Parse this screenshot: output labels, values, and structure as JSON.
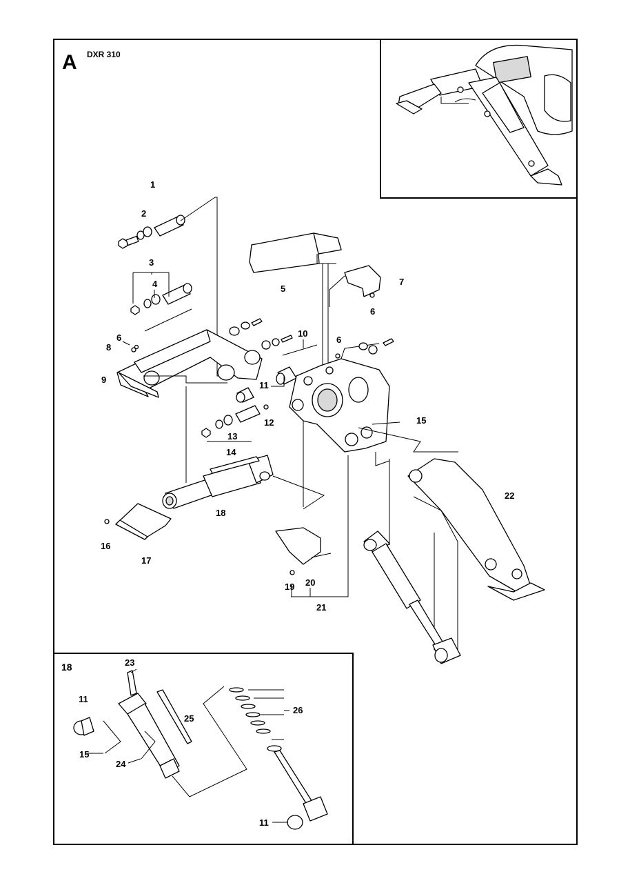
{
  "section_letter": "A",
  "model": "DXR 310",
  "main_labels": [
    {
      "id": "1",
      "text": "1"
    },
    {
      "id": "2",
      "text": "2"
    },
    {
      "id": "3",
      "text": "3"
    },
    {
      "id": "4",
      "text": "4"
    },
    {
      "id": "5",
      "text": "5"
    },
    {
      "id": "7",
      "text": "7"
    },
    {
      "id": "6a",
      "text": "6"
    },
    {
      "id": "6b",
      "text": "6"
    },
    {
      "id": "6c",
      "text": "6"
    },
    {
      "id": "8",
      "text": "8"
    },
    {
      "id": "9",
      "text": "9"
    },
    {
      "id": "10",
      "text": "10"
    },
    {
      "id": "11",
      "text": "11"
    },
    {
      "id": "12",
      "text": "12"
    },
    {
      "id": "13",
      "text": "13"
    },
    {
      "id": "14",
      "text": "14"
    },
    {
      "id": "15",
      "text": "15"
    },
    {
      "id": "16",
      "text": "16"
    },
    {
      "id": "17",
      "text": "17"
    },
    {
      "id": "18",
      "text": "18"
    },
    {
      "id": "19",
      "text": "19"
    },
    {
      "id": "20",
      "text": "20"
    },
    {
      "id": "21",
      "text": "21"
    },
    {
      "id": "22",
      "text": "22"
    }
  ],
  "detail": {
    "title": "18",
    "labels": [
      {
        "id": "23",
        "text": "23"
      },
      {
        "id": "11a",
        "text": "11"
      },
      {
        "id": "25",
        "text": "25"
      },
      {
        "id": "26",
        "text": "26"
      },
      {
        "id": "15",
        "text": "15"
      },
      {
        "id": "24",
        "text": "24"
      },
      {
        "id": "11b",
        "text": "11"
      }
    ]
  }
}
